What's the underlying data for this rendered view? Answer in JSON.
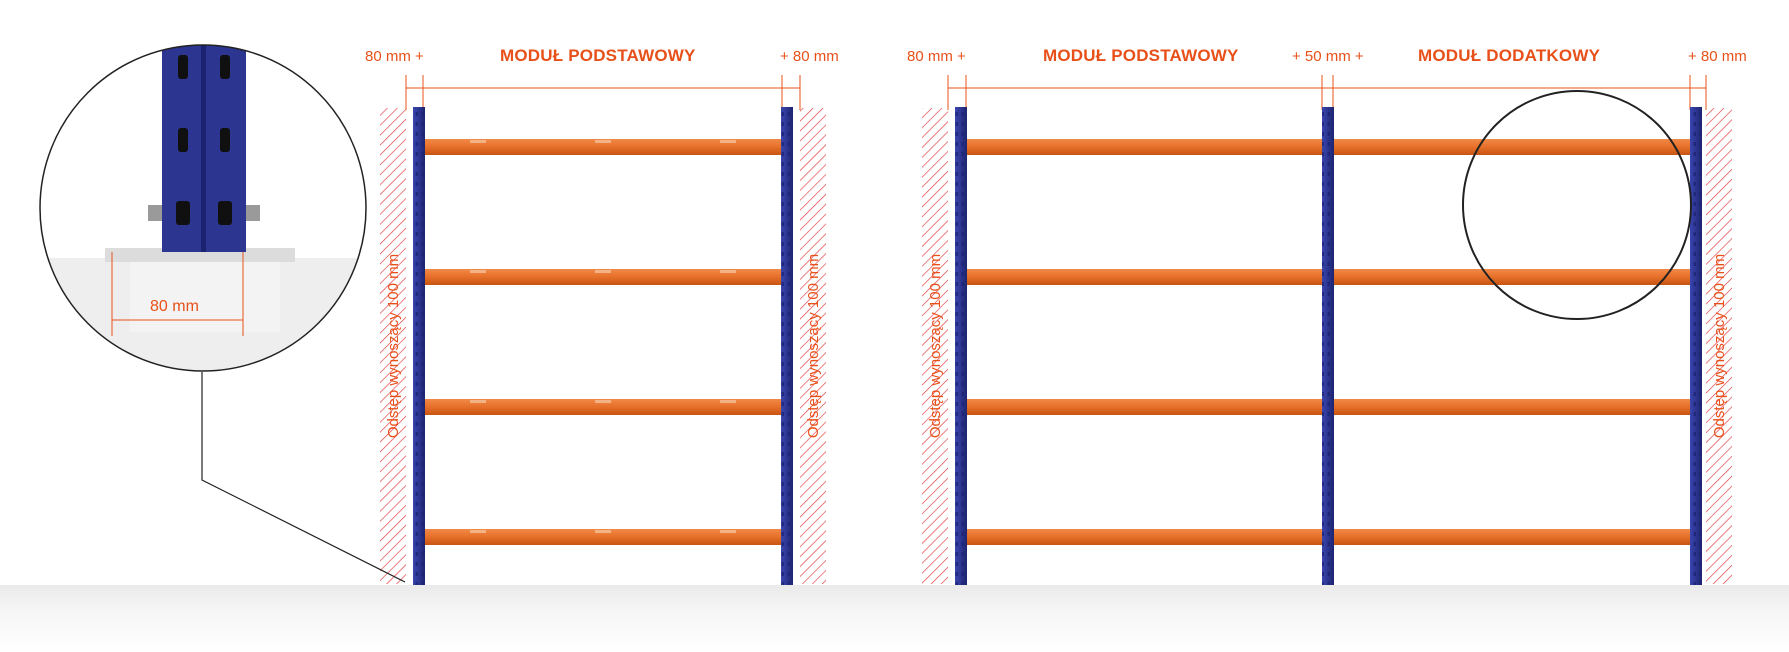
{
  "labels": {
    "left_margin": "80 mm +",
    "base_module": "MODUŁ PODSTAWOWY",
    "right_margin": "+ 80 mm",
    "mid_margin": "+ 50 mm +",
    "extra_module": "MODUŁ DODATKOWY",
    "wall_gap": "Odstęp wynoszący 100 mm",
    "detail_width": "80 mm"
  },
  "colors": {
    "accent": "#e8501a",
    "upright": "#2c3590",
    "beam": "#e8722c",
    "hatch": "#e0393e",
    "outline": "#222222"
  },
  "shelf_levels": 4
}
